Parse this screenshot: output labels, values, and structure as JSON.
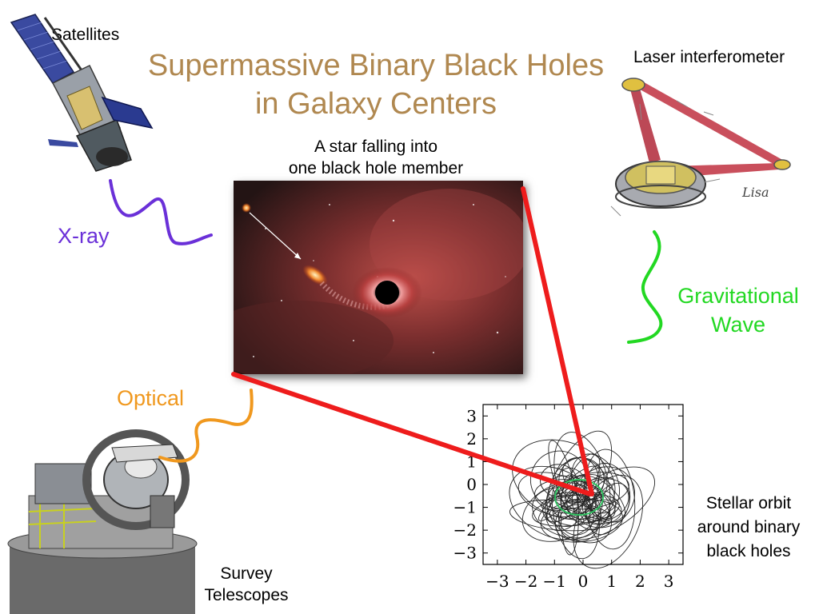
{
  "title_lines": [
    "Supermassive Binary Black Holes",
    "in Galaxy Centers"
  ],
  "colors": {
    "title": "#b08850",
    "xray": "#6a30d8",
    "optical": "#f0981e",
    "gravitational": "#22d822",
    "connector": "#ee1c1c",
    "orbit_highlight": "#30c060"
  },
  "caption_lines": [
    "A star falling into",
    "one black hole member"
  ],
  "labels": {
    "satellites": "Satellites",
    "laser": "Laser interferometer",
    "xray": "X-ray",
    "optical": "Optical",
    "gravitational_lines": [
      "Gravitational",
      "Wave"
    ],
    "survey_lines": [
      "Survey",
      "Telescopes"
    ],
    "orbit_lines": [
      "Stellar orbit",
      "around binary",
      "black holes"
    ],
    "lisa_signature": "Lisa"
  },
  "icons": {
    "satellite": "satellite-icon",
    "interferometer": "laser-interferometer-icon",
    "telescope": "survey-telescope-icon",
    "artwork": "black-hole-artwork"
  },
  "chart_data": {
    "type": "line",
    "description_none": "",
    "x_ticks": [
      -3,
      -2,
      -1,
      0,
      1,
      2,
      3
    ],
    "y_ticks": [
      3,
      2,
      1,
      0,
      -1,
      -2,
      -3
    ],
    "xlim": [
      -3.5,
      3.5
    ],
    "ylim": [
      -3.5,
      3.5
    ],
    "x_tick_labels": [
      "−3",
      "−2",
      "−1",
      "0",
      "1",
      "2",
      "3"
    ],
    "y_tick_labels": [
      "3",
      "2",
      "1",
      "0",
      "−1",
      "−2",
      "−3"
    ]
  }
}
